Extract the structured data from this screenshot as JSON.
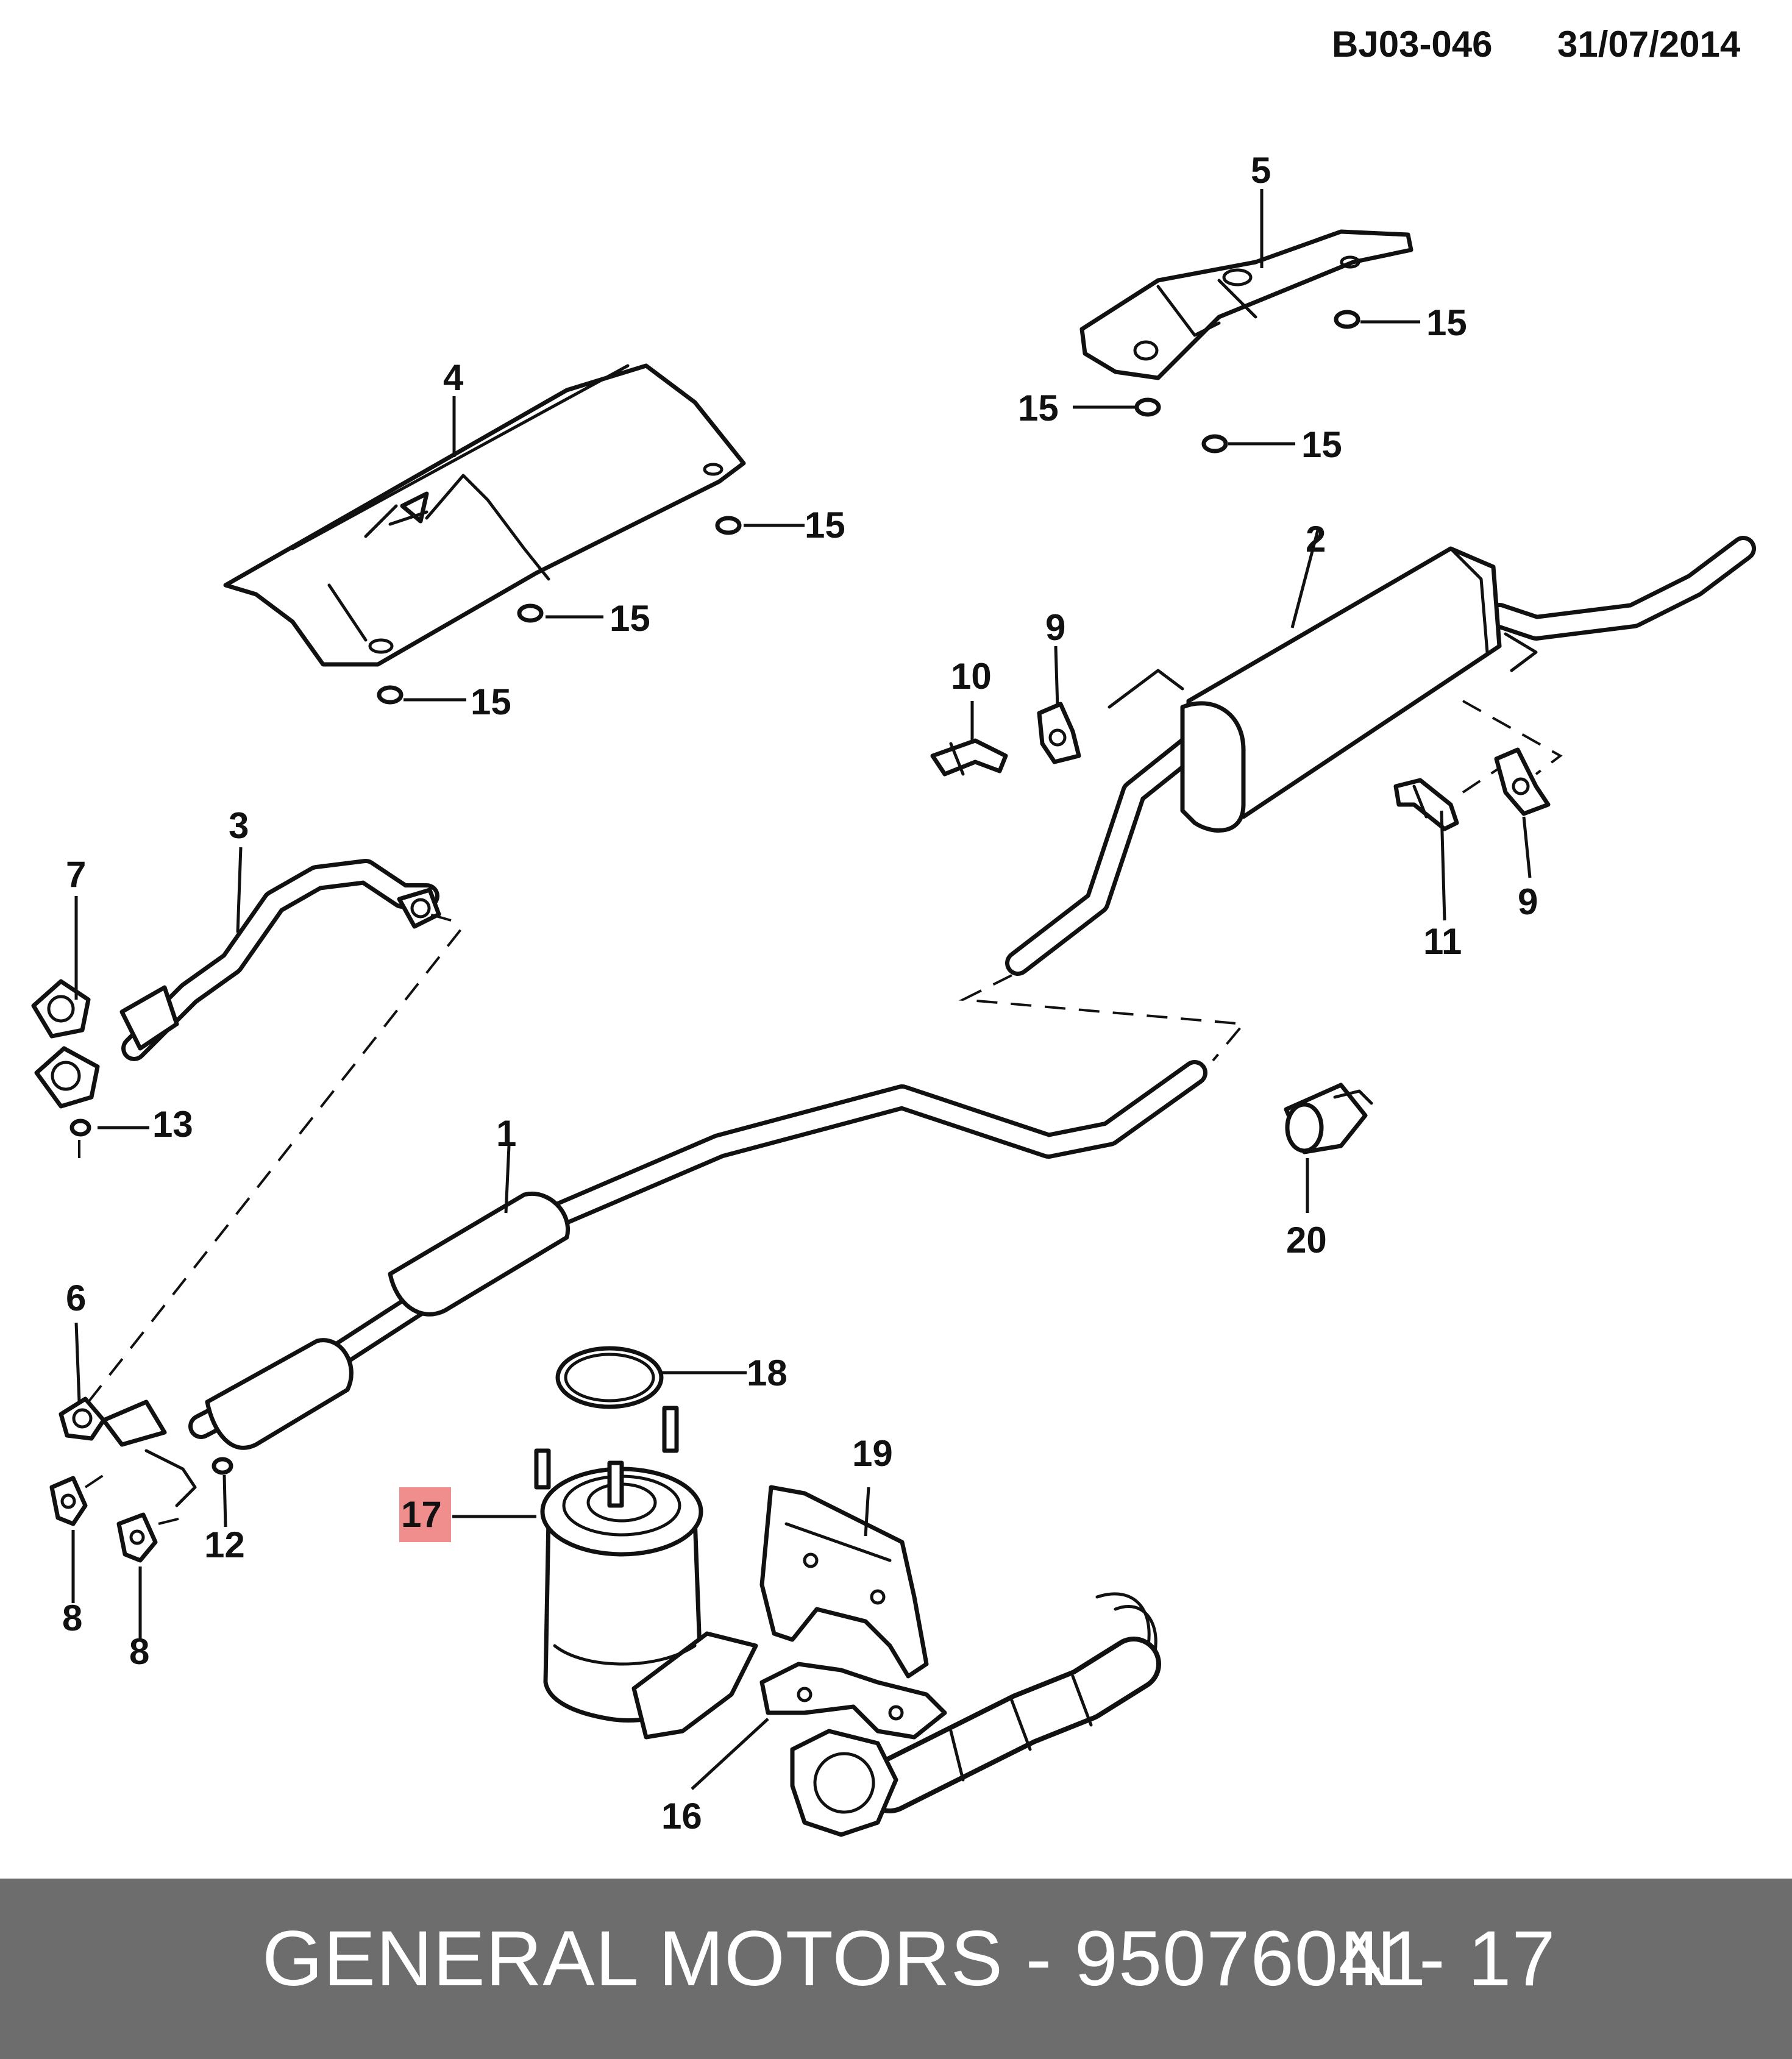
{
  "header": {
    "code": "BJ03-046",
    "date": "31/07/2014"
  },
  "callouts": {
    "c1": "1",
    "c2": "2",
    "c3": "3",
    "c4": "4",
    "c5": "5",
    "c6": "6",
    "c7": "7",
    "c8a": "8",
    "c8b": "8",
    "c9a": "9",
    "c9b": "9",
    "c10": "10",
    "c11": "11",
    "c12": "12",
    "c13": "13",
    "c15a": "15",
    "c15b": "15",
    "c15c": "15",
    "c15d": "15",
    "c15e": "15",
    "c15f": "15",
    "c16": "16",
    "c17": "17",
    "c18": "18",
    "c19": "19",
    "c20": "20"
  },
  "highlighted_part": "17",
  "colors": {
    "highlight": "#f08e8e",
    "footer_bg": "#6d6d6d",
    "footer_text": "#ffffff"
  },
  "footer": {
    "part_line": "GENERAL MOTORS - 95076041",
    "ref_line": "N - 17"
  }
}
